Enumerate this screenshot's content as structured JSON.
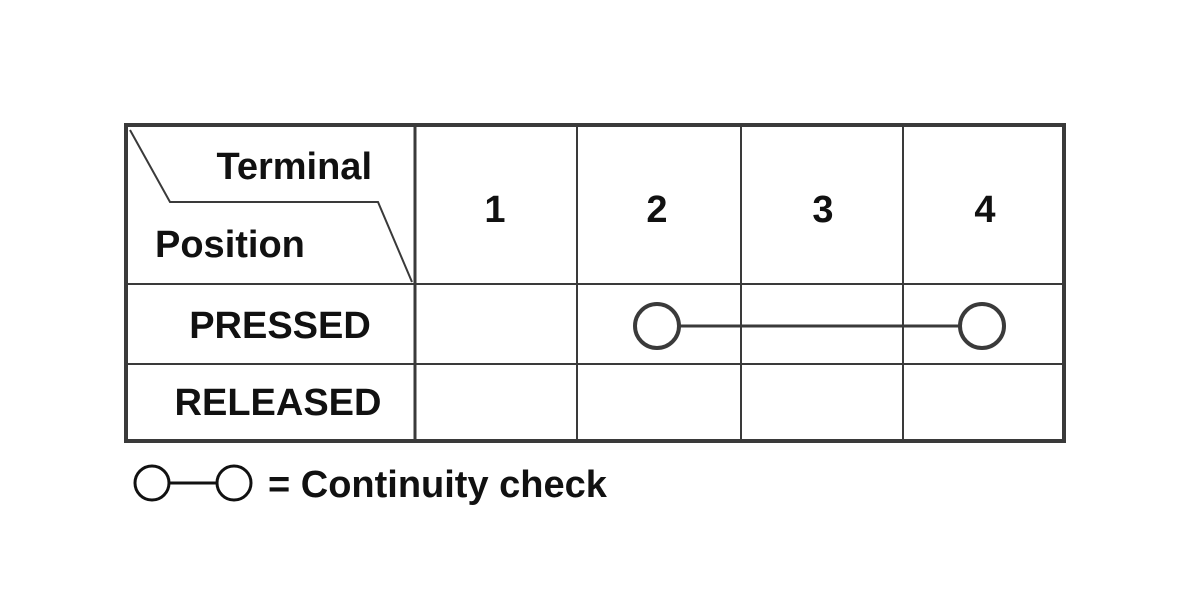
{
  "header": {
    "terminal_label": "Terminal",
    "position_label": "Position"
  },
  "terminals": [
    "1",
    "2",
    "3",
    "4"
  ],
  "positions": [
    {
      "label": "PRESSED",
      "continuity": [
        "2",
        "4"
      ]
    },
    {
      "label": "RELEASED",
      "continuity": []
    }
  ],
  "legend": {
    "text": "= Continuity check"
  },
  "colors": {
    "line": "#3a3a3a",
    "text": "#111111",
    "background": "#ffffff"
  }
}
